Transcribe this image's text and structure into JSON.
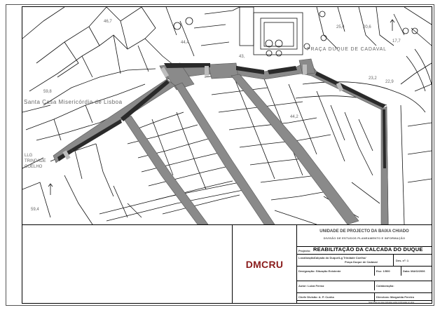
{
  "map": {
    "labels": {
      "elev_46_7": "46,7",
      "elev_44_4": "44,4",
      "elev_43": "43,",
      "elev_25_4": "25,4",
      "elev_20_6": "20,6",
      "elev_17_7": "17,7",
      "elev_23_2": "23,2",
      "elev_22_9": "22,9",
      "elev_44_2": "44,2",
      "elev_59_8": "59,8",
      "elev_59_4": "59,4",
      "place_praca": "PRAÇA DUQUE DE CADAVAL",
      "place_santa_casa": "Santa Casa Misericórdia de Lisboa",
      "place_lg_1": "LLG",
      "place_lg_2": "TRINDADE",
      "place_lg_3": "COELHO"
    }
  },
  "title_block": {
    "logo": "DMCRU",
    "unit": "UNIDADE DE PROJECTO DA BAIXA CHIADO",
    "division": "DIVISÃO DE ESTUDOS PLANEAMENTO E INFORMAÇÃO",
    "project_label": "Projecto:",
    "project_value": "REABILITAÇÃO DA CALCADA DO DUQUE",
    "location_label": "Localização:",
    "location_line1": "Calçada do Duque/Lg Trindade Coelho/",
    "location_line2": "Praça Duque de Cadaval",
    "drawing_no": "Des. nº: 1",
    "designation": "Designação: Situação Existente",
    "scale": "Esc: 1/500",
    "date": "Data: MAIO/2006",
    "author": "Autor: Luiza Ferraz",
    "collab": "Colaboração:",
    "chief": "Chefe Divisão: A. P. Cunha",
    "director": "Directora: Margarida Pereira",
    "footnote": "Nota:Todas as cotas indicadas serão confirmadas em obra"
  }
}
